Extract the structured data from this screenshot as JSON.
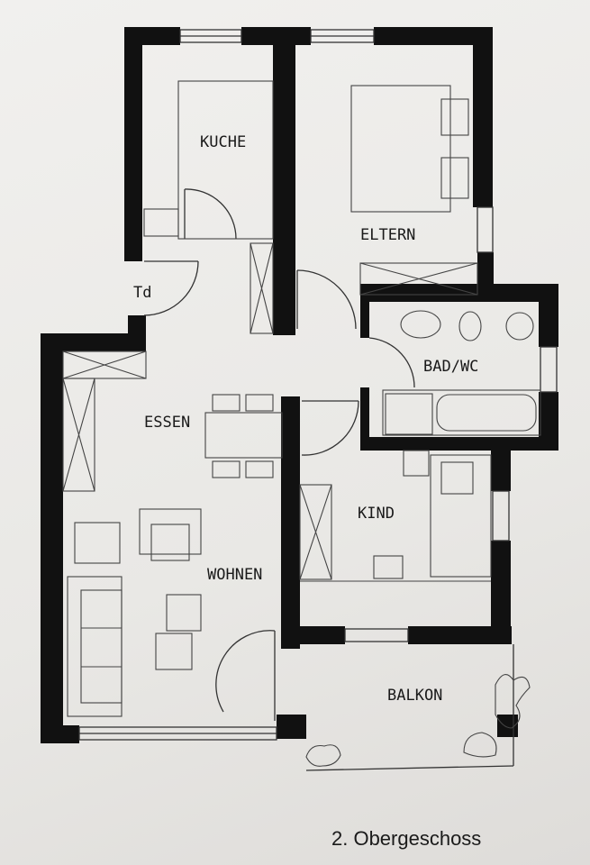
{
  "rooms": {
    "kitchen": "KUCHE",
    "parents": "ELTERN",
    "storage": "Td",
    "bath": "BAD/WC",
    "dining": "ESSEN",
    "child": "KIND",
    "living": "WOHNEN",
    "balcony": "BALKON"
  },
  "caption": "2. Obergeschoss",
  "colors": {
    "wall": "#111111",
    "paper": "#eeede9",
    "line": "#333333"
  }
}
